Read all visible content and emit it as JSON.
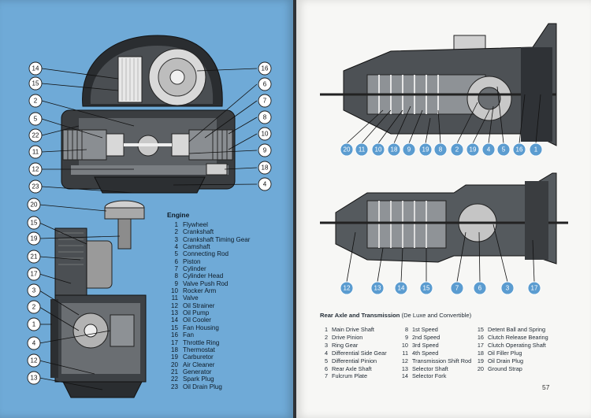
{
  "engine": {
    "legend_title": "Engine",
    "parts": [
      {
        "num": "1",
        "label": "Flywheel"
      },
      {
        "num": "2",
        "label": "Crankshaft"
      },
      {
        "num": "3",
        "label": "Crankshaft Timing Gear"
      },
      {
        "num": "4",
        "label": "Camshaft"
      },
      {
        "num": "5",
        "label": "Connecting Rod"
      },
      {
        "num": "6",
        "label": "Piston"
      },
      {
        "num": "7",
        "label": "Cylinder"
      },
      {
        "num": "8",
        "label": "Cylinder Head"
      },
      {
        "num": "9",
        "label": "Valve Push Rod"
      },
      {
        "num": "10",
        "label": "Rocker Arm"
      },
      {
        "num": "11",
        "label": "Valve"
      },
      {
        "num": "12",
        "label": "Oil Strainer"
      },
      {
        "num": "13",
        "label": "Oil Pump"
      },
      {
        "num": "14",
        "label": "Oil Cooler"
      },
      {
        "num": "15",
        "label": "Fan Housing"
      },
      {
        "num": "16",
        "label": "Fan"
      },
      {
        "num": "17",
        "label": "Throttle Ring"
      },
      {
        "num": "18",
        "label": "Thermostat"
      },
      {
        "num": "19",
        "label": "Carburetor"
      },
      {
        "num": "20",
        "label": "Air Cleaner"
      },
      {
        "num": "21",
        "label": "Generator"
      },
      {
        "num": "22",
        "label": "Spark Plug"
      },
      {
        "num": "23",
        "label": "Oil Drain Plug"
      }
    ],
    "top_callouts_left": [
      "14",
      "15",
      "2",
      "5",
      "22",
      "11",
      "12",
      "23"
    ],
    "top_callouts_right": [
      "16",
      "6",
      "7",
      "8",
      "10",
      "9",
      "18",
      "4"
    ],
    "bottom_callouts": [
      "20",
      "15",
      "19",
      "21",
      "17",
      "3",
      "2",
      "1",
      "4",
      "12",
      "13"
    ]
  },
  "transmission": {
    "title_bold": "Rear Axle and Transmission",
    "title_rest": " (De Luxe and Convertible)",
    "columns": [
      [
        {
          "num": "1",
          "label": "Main Drive Shaft"
        },
        {
          "num": "2",
          "label": "Drive Pinion"
        },
        {
          "num": "3",
          "label": "Ring Gear"
        },
        {
          "num": "4",
          "label": "Differential Side Gear"
        },
        {
          "num": "5",
          "label": "Differential Pinion"
        },
        {
          "num": "6",
          "label": "Rear Axle Shaft"
        },
        {
          "num": "7",
          "label": "Fulcrum Plate"
        }
      ],
      [
        {
          "num": "8",
          "label": "1st Speed"
        },
        {
          "num": "9",
          "label": "2nd Speed"
        },
        {
          "num": "10",
          "label": "3rd Speed"
        },
        {
          "num": "11",
          "label": "4th Speed"
        },
        {
          "num": "12",
          "label": "Transmission Shift Rod"
        },
        {
          "num": "13",
          "label": "Selector Shaft"
        },
        {
          "num": "14",
          "label": "Selector Fork"
        }
      ],
      [
        {
          "num": "15",
          "label": "Detent Ball and Spring"
        },
        {
          "num": "16",
          "label": "Clutch Release Bearing"
        },
        {
          "num": "17",
          "label": "Clutch Operating Shaft"
        },
        {
          "num": "18",
          "label": "Oil Filler Plug"
        },
        {
          "num": "19",
          "label": "Oil Drain Plug"
        },
        {
          "num": "20",
          "label": "Ground Strap"
        }
      ]
    ],
    "upper_callouts": [
      "20",
      "11",
      "10",
      "18",
      "9",
      "19",
      "8",
      "2",
      "19",
      "4",
      "5",
      "16",
      "1"
    ],
    "lower_callouts": [
      "12",
      "13",
      "14",
      "15",
      "7",
      "6",
      "3",
      "17"
    ]
  },
  "page_number": "57",
  "colors": {
    "left_page": "#6faad7",
    "right_page": "#f7f7f5",
    "callout_blue": "#5b9cd0"
  }
}
